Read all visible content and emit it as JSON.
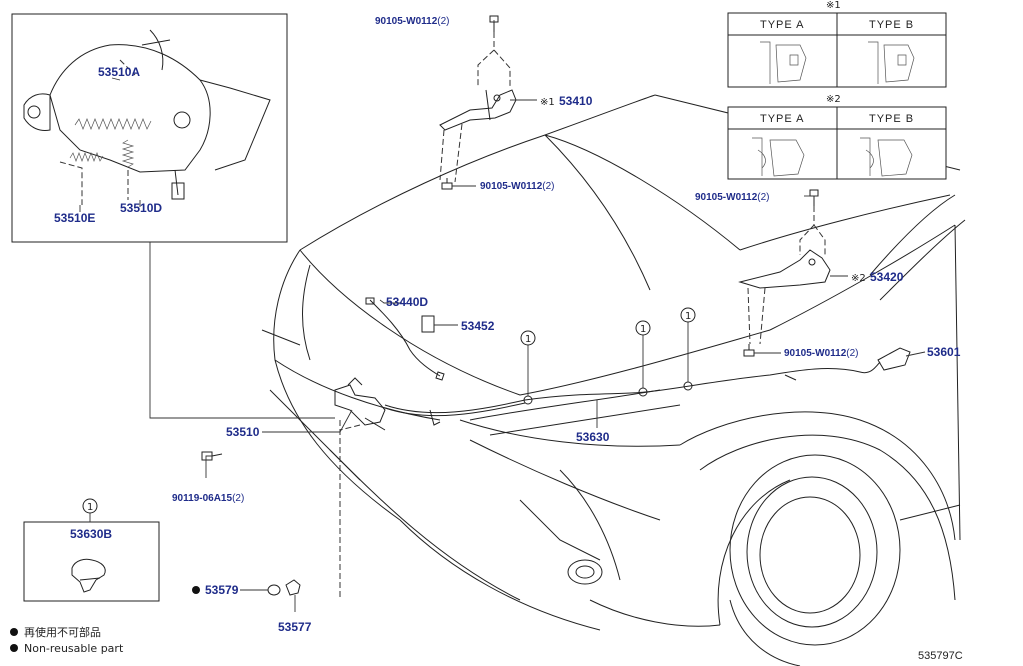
{
  "drawing_id": "535797C",
  "labels": {
    "p53510A": "53510A",
    "p53510E": "53510E",
    "p53510D": "53510D",
    "p53510": "53510",
    "p53410": "53410",
    "p53420": "53420",
    "p53440D": "53440D",
    "p53452": "53452",
    "p53630": "53630",
    "p53601": "53601",
    "p53630B": "53630B",
    "p53579": "53579",
    "p53577": "53577",
    "bolt_top": "90105-W0112",
    "bolt_hinge_l": "90105-W0112",
    "bolt_right_top": "90105-W0112",
    "bolt_right_low": "90105-W0112",
    "bolt_lock": "90119-06A15"
  },
  "quantities": {
    "bolt_top": "(2)",
    "bolt_hinge_l": "(2)",
    "bolt_right_top": "(2)",
    "bolt_right_low": "(2)",
    "bolt_lock": "(2)"
  },
  "marks": {
    "ref1": "※1",
    "ref2": "※2",
    "circle1": "1"
  },
  "type_table_1": {
    "mark": "※1",
    "type_a": "TYPE  A",
    "type_b": "TYPE  B"
  },
  "type_table_2": {
    "mark": "※2",
    "type_a": "TYPE  A",
    "type_b": "TYPE  B"
  },
  "legend": {
    "symbol": "●",
    "line1": "再使用不可部品",
    "line2": "Non-reusable part"
  }
}
